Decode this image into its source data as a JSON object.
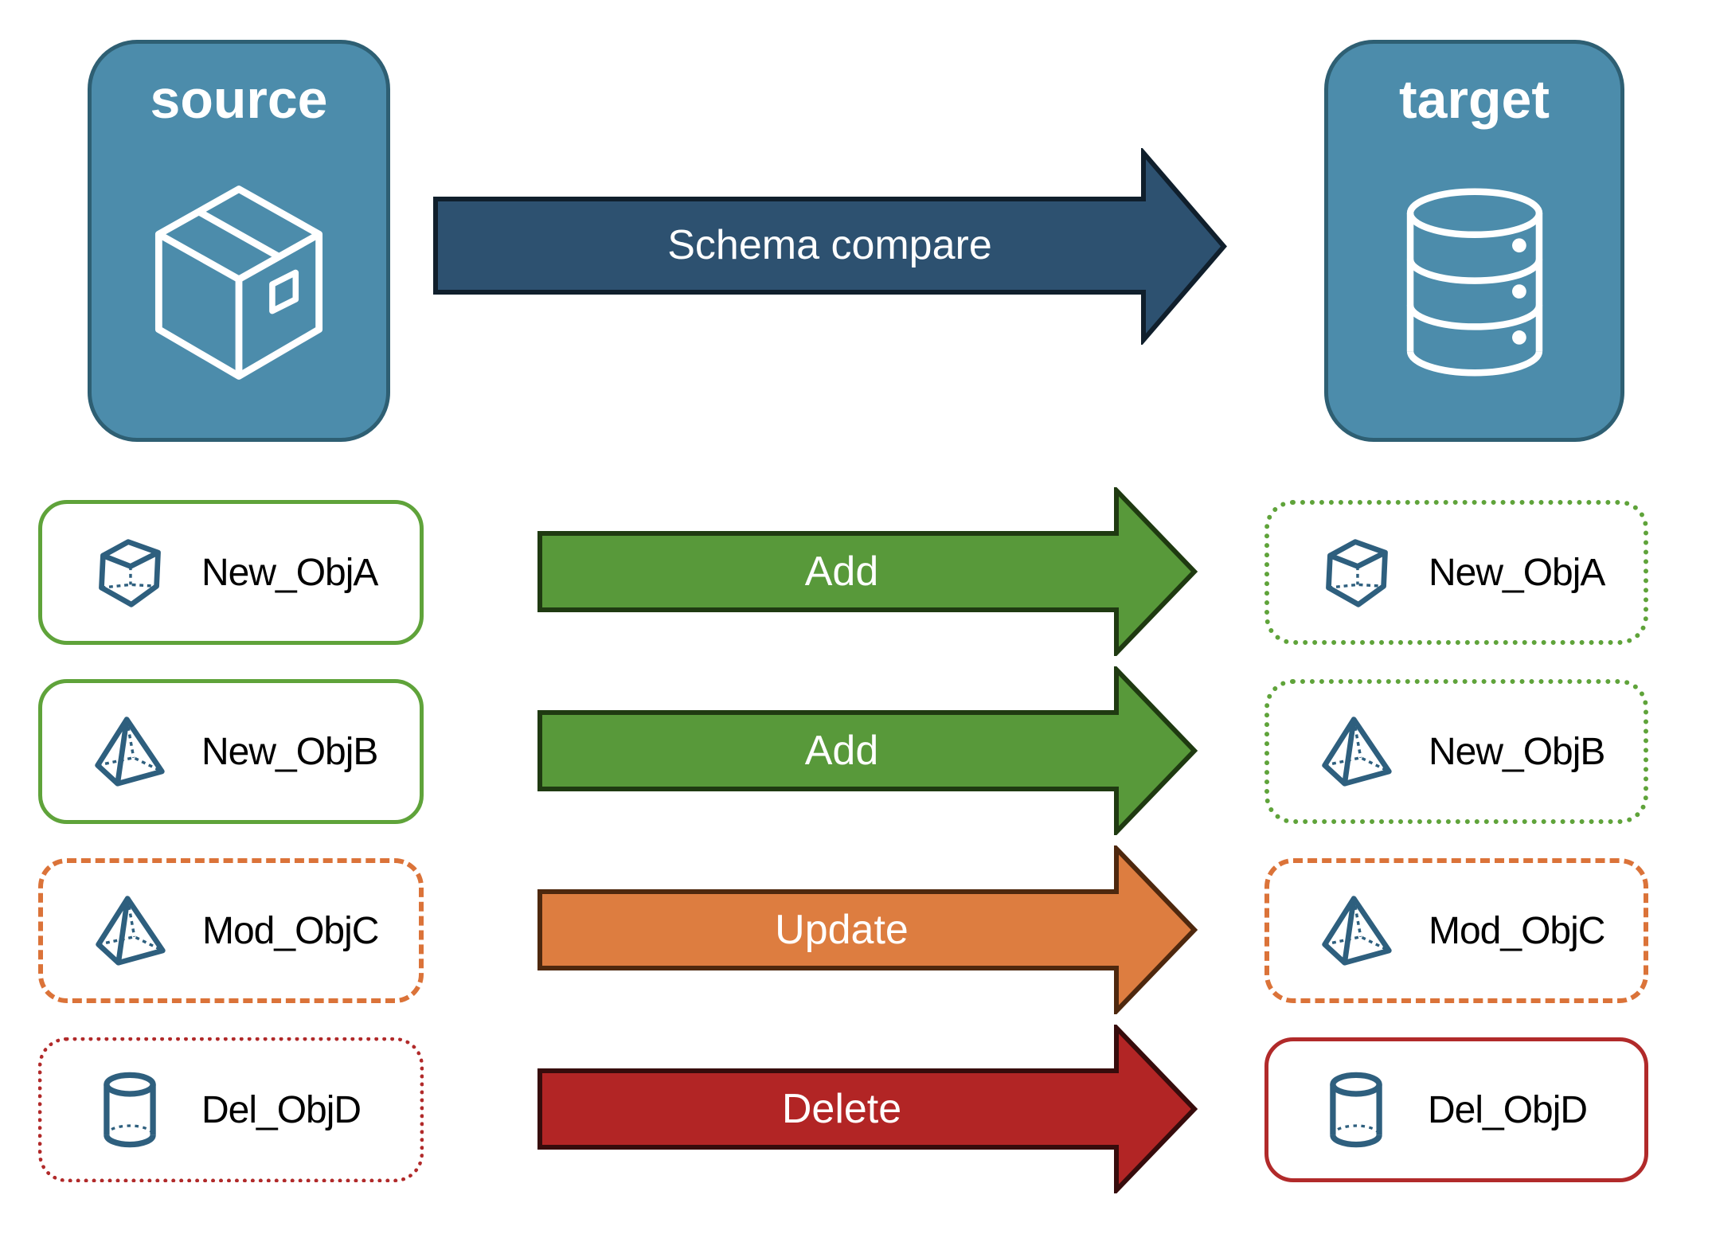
{
  "source_panel": {
    "title": "source",
    "icon": "package-icon"
  },
  "target_panel": {
    "title": "target",
    "icon": "database-icon"
  },
  "compare_arrow": {
    "label": "Schema compare"
  },
  "rows": [
    {
      "name": "New_ObjA",
      "icon": "cube-icon",
      "action": "Add",
      "source_box_style": "solid-green",
      "target_box_style": "dotted-green"
    },
    {
      "name": "New_ObjB",
      "icon": "pyramid-icon",
      "action": "Add",
      "source_box_style": "solid-green",
      "target_box_style": "dotted-green"
    },
    {
      "name": "Mod_ObjC",
      "icon": "pyramid-icon",
      "action": "Update",
      "source_box_style": "dashed-orange",
      "target_box_style": "dashed-orange"
    },
    {
      "name": "Del_ObjD",
      "icon": "cylinder-icon",
      "action": "Delete",
      "source_box_style": "dotted-red",
      "target_box_style": "solid-red"
    }
  ],
  "colors": {
    "background": "#FFFFFF",
    "panel-fill": "#4C8CAB",
    "panel-border": "#2E5F73",
    "panel-title": "#FFFFFF",
    "compare-arrow-fill": "#2D5170",
    "compare-arrow-stroke": "#101F2C",
    "add-arrow-fill": "#58993A",
    "add-arrow-stroke": "#1F3A11",
    "update-arrow-fill": "#DD7D40",
    "update-arrow-stroke": "#4E280E",
    "delete-arrow-fill": "#B22525",
    "delete-arrow-stroke": "#370C0C",
    "green-border": "#5FA33A",
    "orange-border": "#DB7339",
    "red-border": "#B12A2A",
    "icon-blue": "#2E5F7E",
    "label-text": "#000000",
    "arrow-text": "#FFFFFF"
  }
}
